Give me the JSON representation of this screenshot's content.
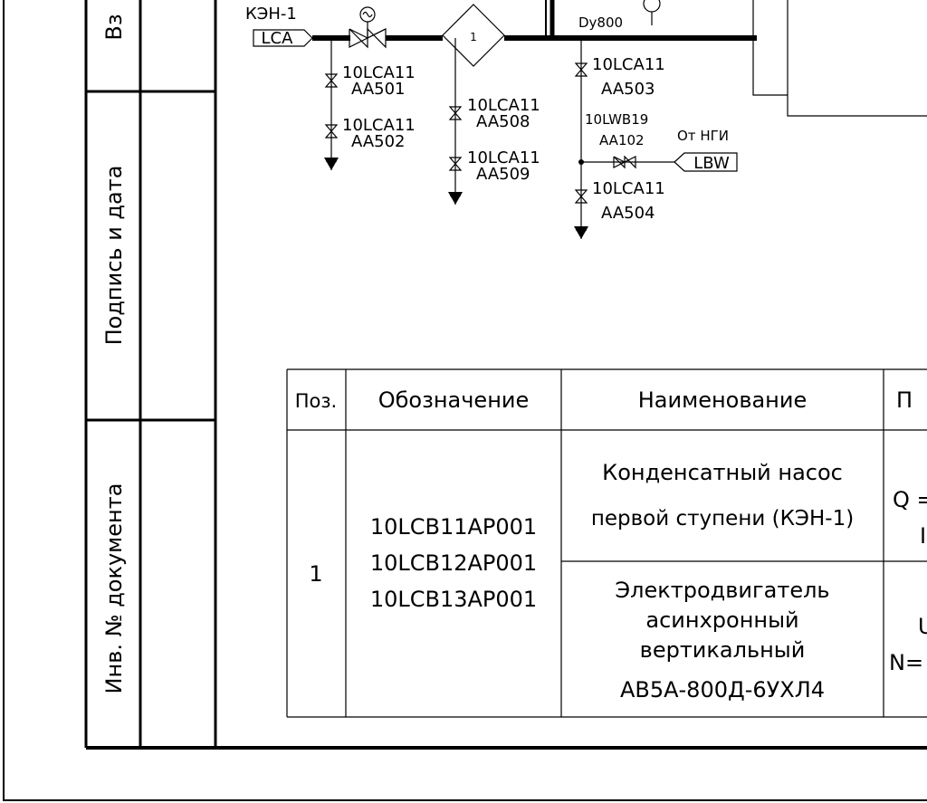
{
  "side": {
    "cell_top": "Вз",
    "sign_date": "Подпись и дата",
    "inv_doc": "Инв. № документа"
  },
  "diagram": {
    "pump_tag": "КЭН-1",
    "lca_box": "LCA",
    "node_number": "1",
    "pipe_dn": "Dy800",
    "v501_a": "10LCA11",
    "v501_b": "AA501",
    "v502_a": "10LCA11",
    "v502_b": "AA502",
    "v508_a": "10LCA11",
    "v508_b": "AA508",
    "v509_a": "10LCA11",
    "v509_b": "AA509",
    "v503_a": "10LCA11",
    "v503_b": "AA503",
    "lwb_a": "10LWB19",
    "lwb_b": "AA102",
    "from_ngi": "От НГИ",
    "lbw_box": "LBW",
    "v504_a": "10LCA11",
    "v504_b": "AA504"
  },
  "table": {
    "headers": [
      "Поз.",
      "Обозначение",
      "Наименование",
      "П"
    ],
    "pos": "1",
    "designations": [
      "10LCB11AP001",
      "10LCB12AP001",
      "10LCB13AP001"
    ],
    "name1_lines": [
      "Конденсатный насос",
      "первой ступени (КЭН-1)"
    ],
    "name2_lines": [
      "Электродвигатель",
      "асинхронный",
      "вертикальный",
      "АВ5А-800Д-6УХЛ4"
    ],
    "param1_lines": [
      "Q =",
      "I"
    ],
    "param2_lines": [
      "U",
      "N="
    ]
  }
}
